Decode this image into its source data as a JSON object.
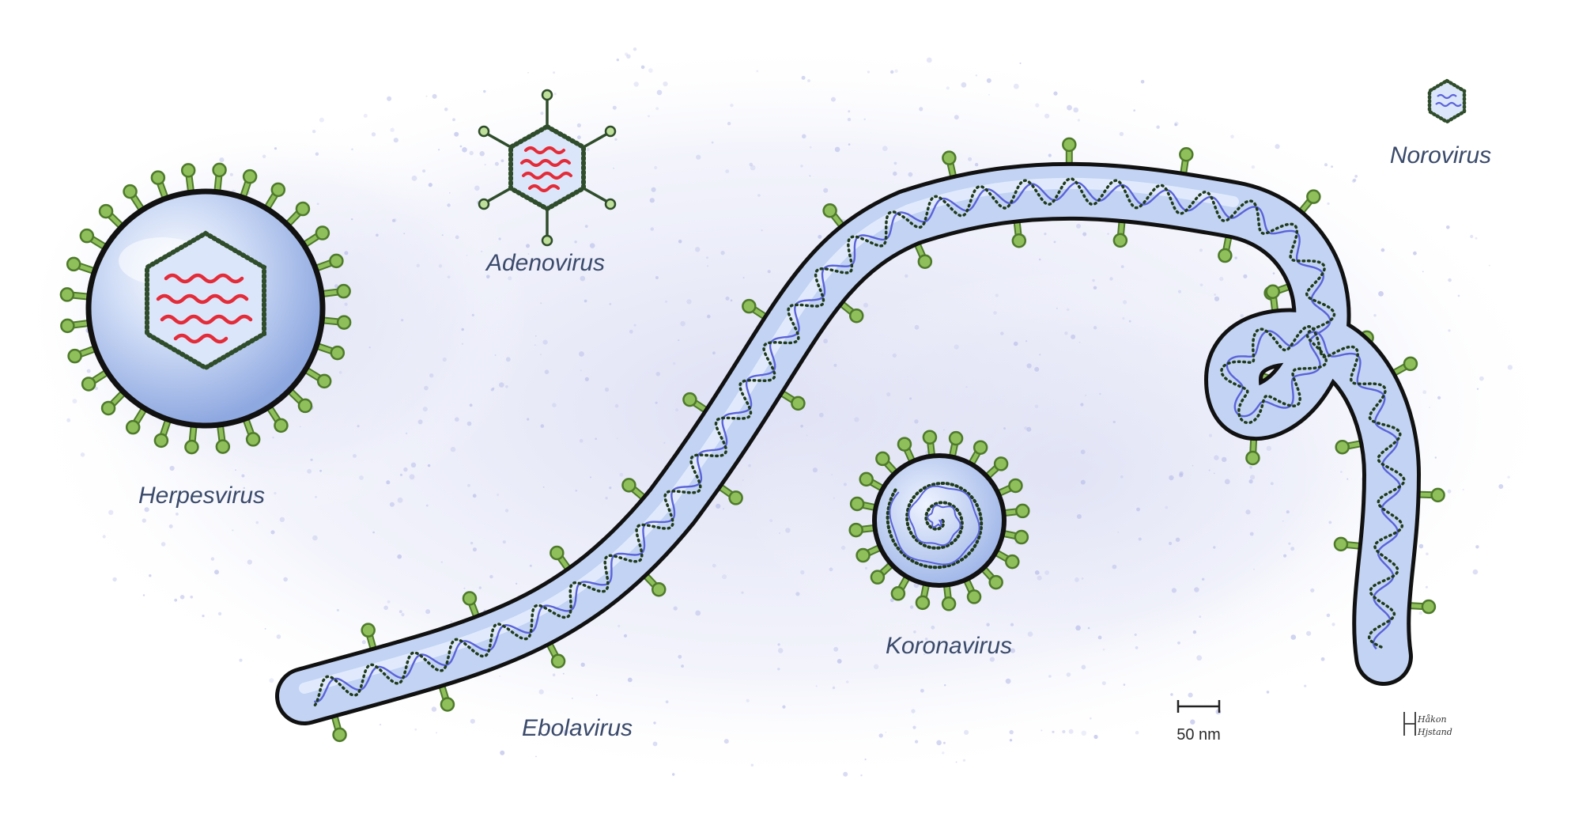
{
  "labels": {
    "herpesvirus": "Herpesvirus",
    "adenovirus": "Adenovirus",
    "norovirus": "Norovirus",
    "koronavirus": "Koronavirus",
    "ebolavirus": "Ebolavirus"
  },
  "scale_bar": {
    "label": "50 nm"
  },
  "signature": {
    "line1": "Håkon",
    "line2": "Hjstand"
  },
  "colors": {
    "envelope_fill": "#b9cdef",
    "outline": "#111111",
    "spike": "#8fbf5a",
    "spike_dark": "#4e7a2a",
    "capsid": "#2f4d2a",
    "rna_red": "#e42b38",
    "rna_blue": "#5a63d8",
    "label": "#3a4a6b"
  }
}
